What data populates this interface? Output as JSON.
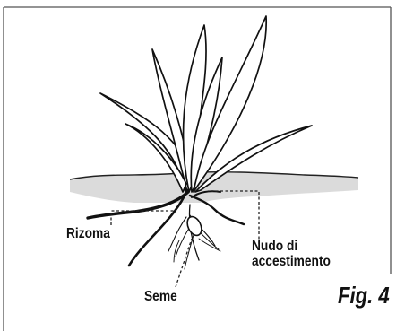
{
  "labels": {
    "rizoma": "Rizoma",
    "nudo_line1": "Nudo di",
    "nudo_line2": "accestimento",
    "seme": "Seme",
    "figure": "Fig. 4"
  },
  "colors": {
    "ink": "#111111",
    "soil": "#8a8a8a",
    "frame": "#555555",
    "background": "#ffffff"
  },
  "icons": {
    "plant": "grass-seedling-illustration"
  }
}
